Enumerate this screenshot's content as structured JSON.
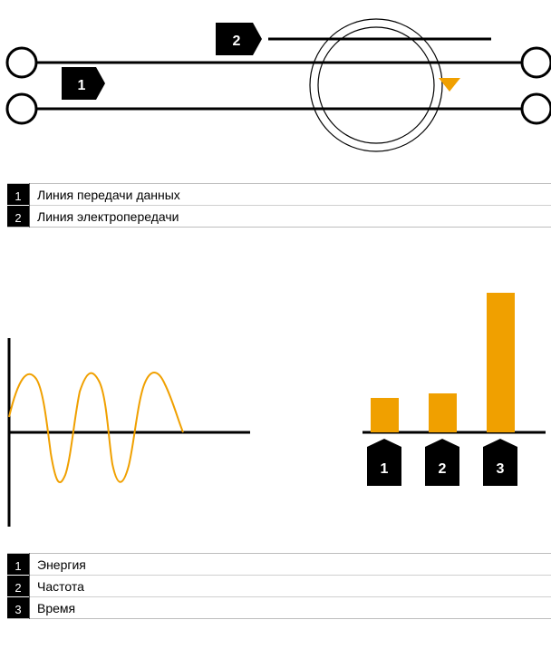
{
  "figure1": {
    "callouts": [
      "1",
      "2"
    ],
    "legend": [
      {
        "num": "1",
        "label": "Линия передачи данных"
      },
      {
        "num": "2",
        "label": "Линия электропередачи"
      }
    ]
  },
  "figure2": {
    "bar_callouts": [
      "1",
      "2",
      "3"
    ],
    "legend": [
      {
        "num": "1",
        "label": "Энергия"
      },
      {
        "num": "2",
        "label": "Частота"
      },
      {
        "num": "3",
        "label": "Время"
      }
    ]
  },
  "colors": {
    "accent": "#f0a000",
    "line": "#000000",
    "badge_text": "#ffffff"
  },
  "icons": {
    "terminal": "circle-terminal-icon",
    "direction": "triangle-down-icon"
  }
}
